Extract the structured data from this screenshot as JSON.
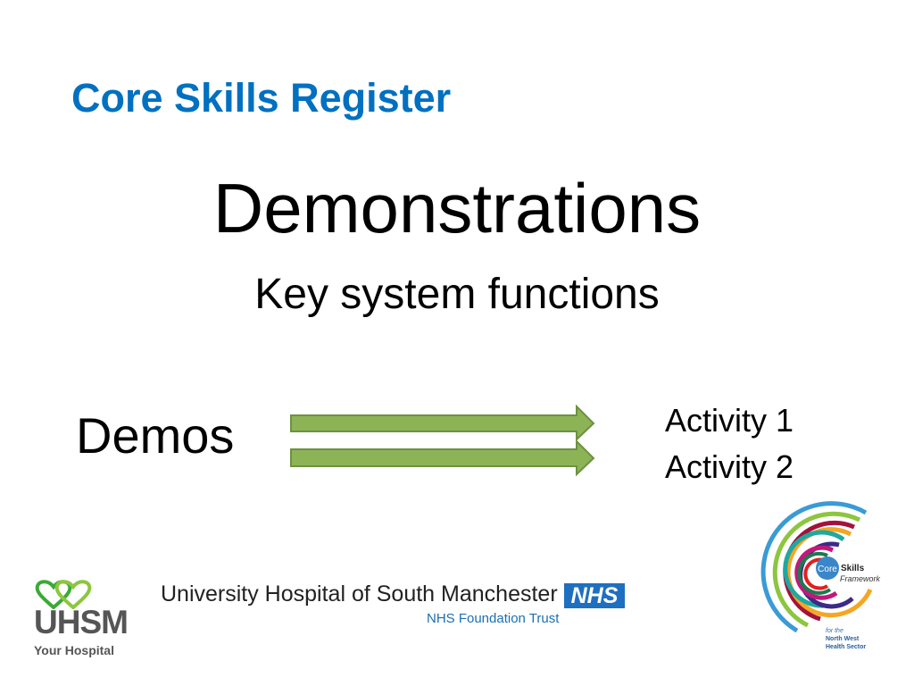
{
  "slide": {
    "title": "Core Skills Register",
    "heading": "Demonstrations",
    "subheading": "Key system functions",
    "demos_label": "Demos",
    "activities": [
      "Activity 1",
      "Activity 2"
    ],
    "arrow_color": "#8cb356",
    "title_color": "#0070c0"
  },
  "footer": {
    "uhsm_logo": {
      "name": "UHSM",
      "tagline": "Your Hospital"
    },
    "hospital_name": "University Hospital of South Manchester",
    "nhs_badge": "NHS",
    "trust_name": "NHS Foundation Trust",
    "framework_logo": {
      "core": "Core",
      "skills": "Skills",
      "framework": "Framework",
      "for": "for the",
      "region1": "North West",
      "region2": "Health Sector"
    }
  }
}
